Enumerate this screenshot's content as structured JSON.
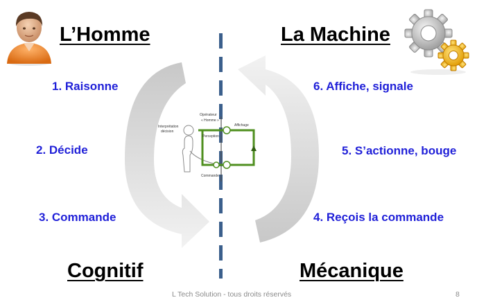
{
  "header": {
    "left_title": "L’Homme",
    "right_title": "La Machine"
  },
  "steps": {
    "left": [
      "1. Raisonne",
      "2. Décide",
      "3. Commande"
    ],
    "right": [
      "6. Affiche, signale",
      "5. S’actionne, bouge",
      "4. Reçois la commande"
    ]
  },
  "bottom": {
    "left_label": "Cognitif",
    "right_label": "Mécanique"
  },
  "center_diagram": {
    "labels": {
      "operator": "Opérateur",
      "homme": "« Homme »",
      "affichage": "Affichage",
      "interpretation_1": "Interprétation",
      "interpretation_2": "décision",
      "perception": "Perception",
      "commande": "Commande"
    }
  },
  "footer": {
    "text": "L Tech Solution - tous droits réservés",
    "page_number": "8"
  },
  "colors": {
    "step_text": "#1f1fd8",
    "divider": "#3b5f8c",
    "arrow": "#c4c4c4",
    "diagram_loop": "#4f8f1f"
  },
  "icons": [
    "person-icon",
    "gears-icon"
  ]
}
